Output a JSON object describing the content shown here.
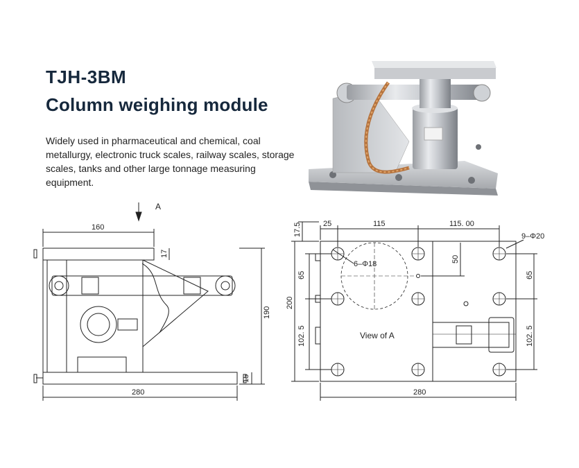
{
  "header": {
    "model": "TJH-3BM",
    "product_name": "Column weighing module",
    "description": "Widely used in pharmaceutical and chemical, coal metallurgy, electronic truck scales, railway scales, storage scales, tanks and other large tonnage measuring equipment."
  },
  "front_view": {
    "arrow_label": "A",
    "dim_top": "160",
    "dim_plate": "17",
    "dim_height": "190",
    "dim_base": "15",
    "dim_width": "280"
  },
  "top_view": {
    "view_label": "View of A",
    "dim_edge": "17.5",
    "dim_x1": "25",
    "dim_x2": "115",
    "dim_x3": "115. 00",
    "dim_holes_right": "9–Φ20",
    "dim_holes_left": "6–Φ18",
    "dim_50": "50",
    "dim_65_left": "65",
    "dim_65_right": "65",
    "dim_200": "200",
    "dim_1025_left": "102. 5",
    "dim_1025_right": "102. 5",
    "dim_width": "280"
  }
}
